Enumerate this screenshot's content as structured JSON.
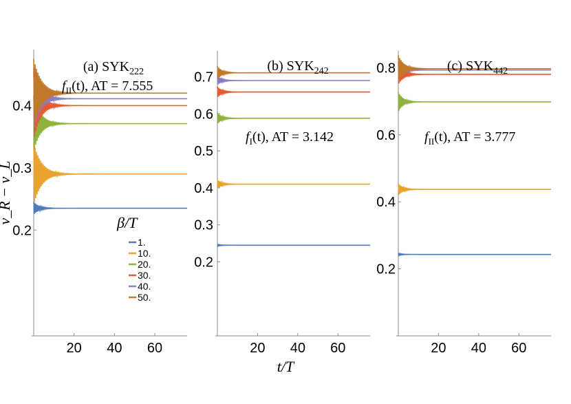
{
  "figure": {
    "ylabel": "ν_R − ν_L",
    "xlabel": "t/T"
  },
  "legend": {
    "title": "β/T",
    "entries": [
      {
        "label": "1.",
        "color": "#4f7bb8"
      },
      {
        "label": "10.",
        "color": "#e8a32e"
      },
      {
        "label": "20.",
        "color": "#8db33c"
      },
      {
        "label": "30.",
        "color": "#e35b32"
      },
      {
        "label": "40.",
        "color": "#8b7bc2"
      },
      {
        "label": "50.",
        "color": "#c0782a"
      }
    ]
  },
  "chart_data": [
    {
      "type": "line",
      "panel_label": "(a) SYK",
      "panel_subscript": "222",
      "annotation_func": "f",
      "annotation_sub": "II",
      "annotation_rest": "(t),  AT = 7.555",
      "xlim": [
        0,
        76
      ],
      "ylim": [
        0.03,
        0.49
      ],
      "xticks": [
        20,
        40,
        60
      ],
      "yticks": [
        0.2,
        0.3,
        0.4
      ],
      "series": [
        {
          "color": "#4f7bb8",
          "steady": 0.235,
          "amp0": 0.01,
          "decay": 3.0
        },
        {
          "color": "#e8a32e",
          "steady": 0.29,
          "amp0": 0.05,
          "decay": 4.0
        },
        {
          "color": "#8db33c",
          "steady": 0.371,
          "amp0": 0.045,
          "decay": 3.5
        },
        {
          "color": "#e35b32",
          "steady": 0.4,
          "amp0": 0.055,
          "decay": 3.5
        },
        {
          "color": "#8b7bc2",
          "steady": 0.411,
          "amp0": 0.05,
          "decay": 3.5
        },
        {
          "color": "#c0782a",
          "steady": 0.42,
          "amp0": 0.055,
          "decay": 4.0
        }
      ]
    },
    {
      "type": "line",
      "panel_label": "(b) SYK",
      "panel_subscript": "242",
      "annotation_func": "f",
      "annotation_sub": "I",
      "annotation_rest": "(t),  AT = 3.142",
      "xlim": [
        0,
        76
      ],
      "ylim": [
        -0.0,
        0.77
      ],
      "xticks": [
        20,
        40,
        60
      ],
      "yticks": [
        0.2,
        0.3,
        0.4,
        0.5,
        0.6,
        0.7
      ],
      "series": [
        {
          "color": "#4f7bb8",
          "steady": 0.245,
          "amp0": 0.003,
          "decay": 2.0
        },
        {
          "color": "#e8a32e",
          "steady": 0.41,
          "amp0": 0.012,
          "decay": 2.5
        },
        {
          "color": "#8db33c",
          "steady": 0.588,
          "amp0": 0.015,
          "decay": 2.5
        },
        {
          "color": "#e35b32",
          "steady": 0.659,
          "amp0": 0.015,
          "decay": 2.5
        },
        {
          "color": "#8b7bc2",
          "steady": 0.69,
          "amp0": 0.012,
          "decay": 2.5
        },
        {
          "color": "#c0782a",
          "steady": 0.711,
          "amp0": 0.018,
          "decay": 2.5
        }
      ]
    },
    {
      "type": "line",
      "panel_label": "(c) SYK",
      "panel_subscript": "442",
      "annotation_func": "f",
      "annotation_sub": "II",
      "annotation_rest": "(t),  AT = 3.777",
      "xlim": [
        0,
        76
      ],
      "ylim": [
        0.0,
        0.85
      ],
      "xticks": [
        20,
        40,
        60
      ],
      "yticks": [
        0.2,
        0.4,
        0.6,
        0.8
      ],
      "series": [
        {
          "color": "#4f7bb8",
          "steady": 0.243,
          "amp0": 0.004,
          "decay": 2.0
        },
        {
          "color": "#e8a32e",
          "steady": 0.437,
          "amp0": 0.018,
          "decay": 2.5
        },
        {
          "color": "#8db33c",
          "steady": 0.698,
          "amp0": 0.03,
          "decay": 2.5
        },
        {
          "color": "#e35b32",
          "steady": 0.78,
          "amp0": 0.03,
          "decay": 3.0
        },
        {
          "color": "#8b7bc2",
          "steady": 0.793,
          "amp0": 0.025,
          "decay": 3.0
        },
        {
          "color": "#c0782a",
          "steady": 0.797,
          "amp0": 0.04,
          "decay": 3.0
        }
      ]
    }
  ]
}
